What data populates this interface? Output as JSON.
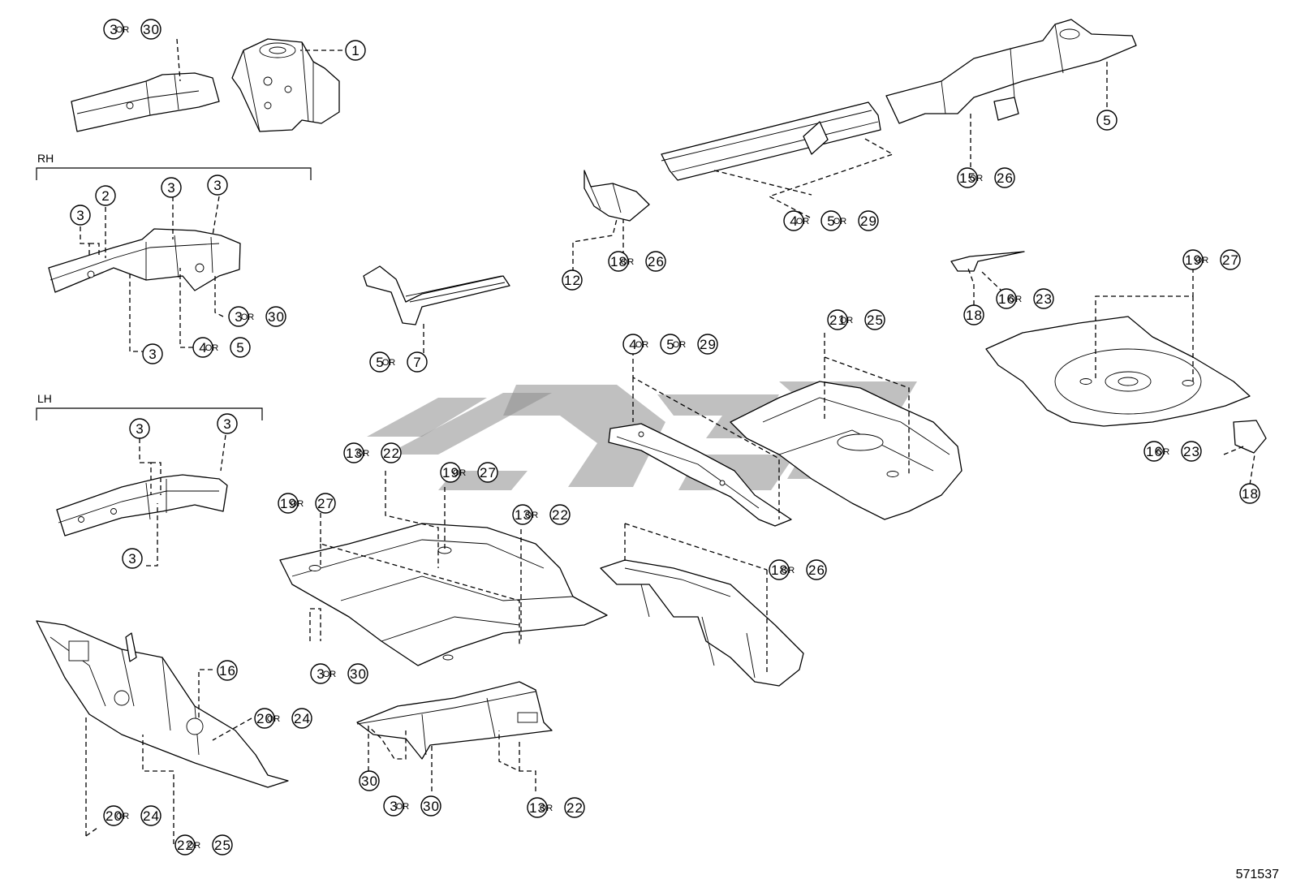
{
  "diagram_id": "571537",
  "group_labels": {
    "rh": "RH",
    "lh": "LH"
  },
  "connector_word": "OR",
  "callouts": [
    {
      "parts": [
        "3",
        "30"
      ]
    },
    {
      "parts": [
        "1"
      ]
    },
    {
      "parts": [
        "2"
      ]
    },
    {
      "parts": [
        "3"
      ]
    },
    {
      "parts": [
        "3"
      ]
    },
    {
      "parts": [
        "3"
      ]
    },
    {
      "parts": [
        "3",
        "30"
      ]
    },
    {
      "parts": [
        "3"
      ]
    },
    {
      "parts": [
        "4",
        "5"
      ]
    },
    {
      "parts": [
        "3"
      ]
    },
    {
      "parts": [
        "3"
      ]
    },
    {
      "parts": [
        "3"
      ]
    },
    {
      "parts": [
        "16"
      ]
    },
    {
      "parts": [
        "20",
        "24"
      ]
    },
    {
      "parts": [
        "20",
        "24"
      ]
    },
    {
      "parts": [
        "22",
        "25"
      ]
    },
    {
      "parts": [
        "5",
        "7"
      ]
    },
    {
      "parts": [
        "12"
      ]
    },
    {
      "parts": [
        "18",
        "26"
      ]
    },
    {
      "parts": [
        "4",
        "5",
        "29"
      ]
    },
    {
      "parts": [
        "5"
      ]
    },
    {
      "parts": [
        "15",
        "26"
      ]
    },
    {
      "parts": [
        "18"
      ]
    },
    {
      "parts": [
        "16",
        "23"
      ]
    },
    {
      "parts": [
        "19",
        "27"
      ]
    },
    {
      "parts": [
        "21",
        "25"
      ]
    },
    {
      "parts": [
        "4",
        "5",
        "29"
      ]
    },
    {
      "parts": [
        "16",
        "23"
      ]
    },
    {
      "parts": [
        "18"
      ]
    },
    {
      "parts": [
        "13",
        "22"
      ]
    },
    {
      "parts": [
        "19",
        "27"
      ]
    },
    {
      "parts": [
        "19",
        "27"
      ]
    },
    {
      "parts": [
        "13",
        "22"
      ]
    },
    {
      "parts": [
        "3",
        "30"
      ]
    },
    {
      "parts": [
        "18",
        "26"
      ]
    },
    {
      "parts": [
        "30"
      ]
    },
    {
      "parts": [
        "3",
        "30"
      ]
    },
    {
      "parts": [
        "13",
        "22"
      ]
    }
  ]
}
